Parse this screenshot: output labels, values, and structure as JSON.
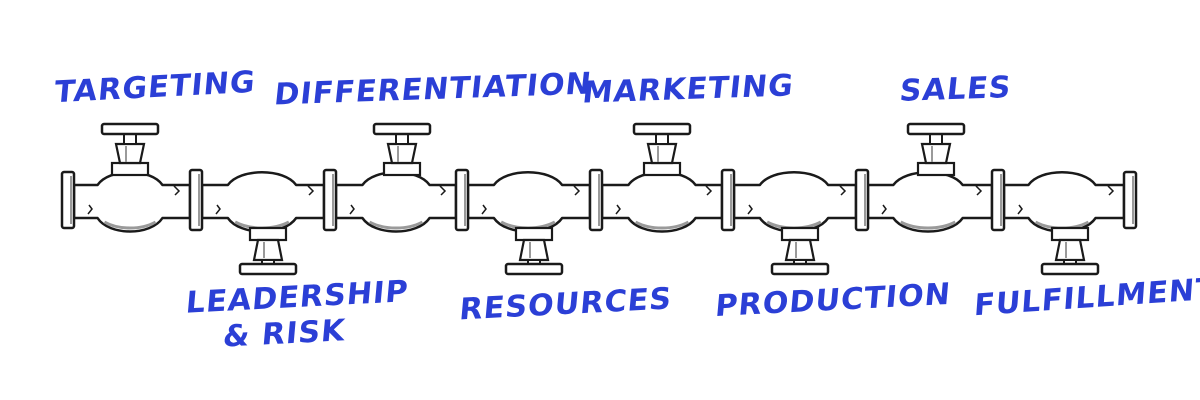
{
  "colors": {
    "label": "#2b3fd6",
    "pipe_stroke": "#1a1a1a",
    "pipe_fill": "#ffffff",
    "shade": "#9a9a9a"
  },
  "labels": {
    "targeting": "TARGETING",
    "differentiation": "DIFFERENTIATION",
    "marketing": "MARKETING",
    "sales": "SALES",
    "leadership_line1": "LEADERSHIP",
    "leadership_line2": "& RISK",
    "resources": "RESOURCES",
    "production": "PRODUCTION",
    "fulfillment": "FULFILLMENT"
  }
}
